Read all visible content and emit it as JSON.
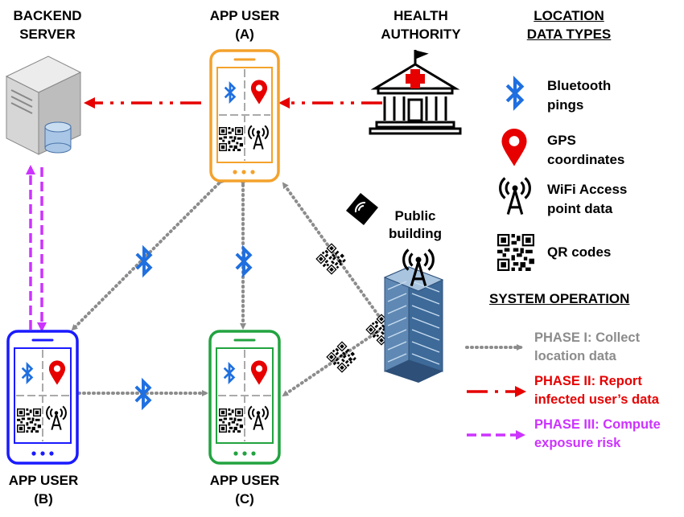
{
  "labels": {
    "backend_line1": "BACKEND",
    "backend_line2": "SERVER",
    "app_a_line1": "APP USER",
    "app_a_line2": "(A)",
    "app_b_line1": "APP USER",
    "app_b_line2": "(B)",
    "app_c_line1": "APP USER",
    "app_c_line2": "(C)",
    "health_line1": "HEALTH",
    "health_line2": "AUTHORITY",
    "public_line1": "Public",
    "public_line2": "building"
  },
  "legend": {
    "title_line1": "LOCATION",
    "title_line2": "DATA TYPES",
    "items": [
      {
        "icon": "bluetooth-icon",
        "line1": "Bluetooth",
        "line2": "pings"
      },
      {
        "icon": "gps-pin-icon",
        "line1": "GPS",
        "line2": "coordinates"
      },
      {
        "icon": "wifi-tower-icon",
        "line1": "WiFi Access",
        "line2": "point data"
      },
      {
        "icon": "qr-code-icon",
        "line1": "QR codes",
        "line2": ""
      }
    ]
  },
  "system": {
    "title": "SYSTEM OPERATION",
    "phases": [
      {
        "line1": "PHASE I: Collect",
        "line2": "location data",
        "color": "#8c8c8c"
      },
      {
        "line1": "PHASE II: Report",
        "line2": "infected user’s data",
        "color": "#e60000"
      },
      {
        "line1": "PHASE III: Compute",
        "line2": "exposure risk",
        "color": "#cc33ff"
      }
    ]
  },
  "colors": {
    "phone_a": "#f4a22c",
    "phone_b": "#1a1aff",
    "phone_c": "#22a340",
    "bluetooth": "#1f6fe0",
    "gps": "#e60000",
    "phase1": "#8c8c8c",
    "phase2": "#e60000",
    "phase3": "#cc33ff"
  }
}
